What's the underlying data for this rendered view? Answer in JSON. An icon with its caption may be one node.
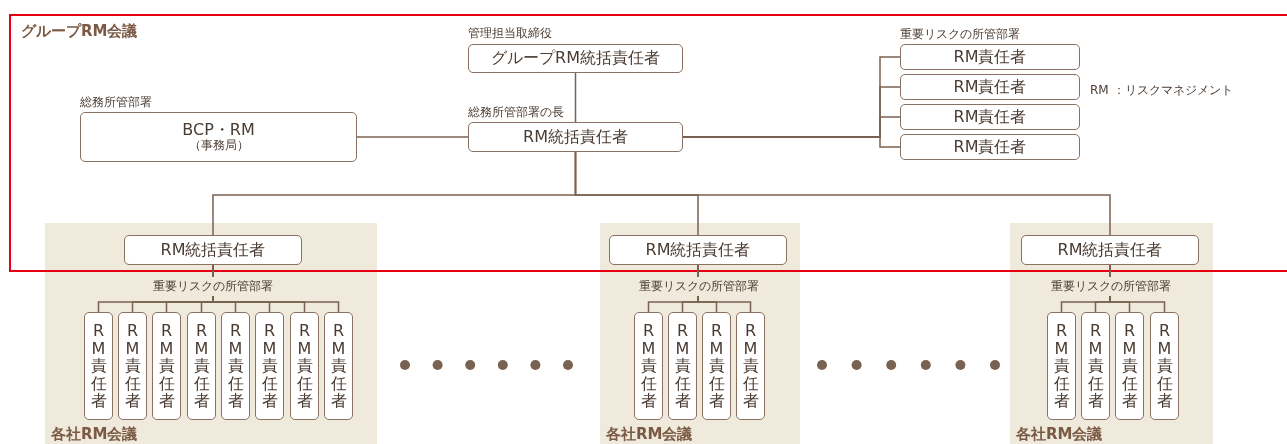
{
  "diagram": {
    "nodes": [
      {
        "text": [
          "グループRM会議"
        ]
      },
      {
        "text": [
          "グループRM統括責任者"
        ],
        "beside": [
          "管理担当取締役"
        ],
        "in": 0
      },
      {
        "text": [
          "BCP・RM",
          "（事務局）"
        ],
        "beside": [
          "総務所管部署"
        ],
        "in": 0
      },
      {
        "text": [
          "RM統括責任者"
        ],
        "beside": [
          "総務所管部署の長"
        ],
        "in": 0
      },
      {
        "text": [
          "RM責任者"
        ],
        "in": 0
      },
      {
        "text": [
          "RM責任者"
        ],
        "in": 0
      },
      {
        "text": [
          "RM責任者"
        ],
        "in": 0
      },
      {
        "text": [
          "RM責任者"
        ],
        "in": 0
      },
      {
        "text": [
          "各社RM会議"
        ]
      },
      {
        "text": [
          "RM統括責任者"
        ]
      },
      {
        "text": [
          "RM責任者"
        ],
        "in": 8
      },
      {
        "text": [
          "RM責任者"
        ],
        "in": 8
      },
      {
        "text": [
          "RM責任者"
        ],
        "in": 8
      },
      {
        "text": [
          "RM責任者"
        ],
        "in": 8
      },
      {
        "text": [
          "RM責任者"
        ],
        "in": 8
      },
      {
        "text": [
          "RM責任者"
        ],
        "in": 8
      },
      {
        "text": [
          "RM責任者"
        ],
        "in": 8
      },
      {
        "text": [
          "RM責任者"
        ],
        "in": 8
      },
      {
        "text": [
          "各社RM会議"
        ]
      },
      {
        "text": [
          "RM統括責任者"
        ]
      },
      {
        "text": [
          "RM責任者"
        ],
        "in": 18
      },
      {
        "text": [
          "RM責任者"
        ],
        "in": 18
      },
      {
        "text": [
          "RM責任者"
        ],
        "in": 18
      },
      {
        "text": [
          "RM責任者"
        ],
        "in": 18
      },
      {
        "text": [
          "各社RM会議"
        ]
      },
      {
        "text": [
          "RM統括責任者"
        ]
      },
      {
        "text": [
          "RM責任者"
        ],
        "in": 24
      },
      {
        "text": [
          "RM責任者"
        ],
        "in": 24
      },
      {
        "text": [
          "RM責任者"
        ],
        "in": 24
      },
      {
        "text": [
          "RM責任者"
        ],
        "in": 24
      }
    ],
    "edges": [
      {
        "from": 1,
        "to": 3,
        "arrow": "none"
      },
      {
        "from": 2,
        "to": 3,
        "arrow": "none"
      },
      {
        "from": 3,
        "to": 4,
        "arrow": "none"
      },
      {
        "from": 3,
        "to": 5,
        "arrow": "none"
      },
      {
        "from": 3,
        "to": 6,
        "arrow": "none"
      },
      {
        "from": 3,
        "to": 7,
        "arrow": "none"
      },
      {
        "from": 3,
        "to": 9,
        "arrow": "none"
      },
      {
        "from": 3,
        "to": 19,
        "arrow": "none"
      },
      {
        "from": 3,
        "to": 25,
        "arrow": "none"
      },
      {
        "from": 9,
        "to": 10,
        "arrow": "none"
      },
      {
        "from": 9,
        "to": 11,
        "arrow": "none"
      },
      {
        "from": 9,
        "to": 12,
        "arrow": "none"
      },
      {
        "from": 9,
        "to": 13,
        "arrow": "none"
      },
      {
        "from": 9,
        "to": 14,
        "arrow": "none"
      },
      {
        "from": 9,
        "to": 15,
        "arrow": "none"
      },
      {
        "from": 9,
        "to": 16,
        "arrow": "none"
      },
      {
        "from": 9,
        "to": 17,
        "arrow": "none"
      },
      {
        "from": 19,
        "to": 20,
        "arrow": "none"
      },
      {
        "from": 19,
        "to": 21,
        "arrow": "none"
      },
      {
        "from": 19,
        "to": 22,
        "arrow": "none"
      },
      {
        "from": 19,
        "to": 23,
        "arrow": "none"
      },
      {
        "from": 25,
        "to": 26,
        "arrow": "none"
      },
      {
        "from": 25,
        "to": 27,
        "arrow": "none"
      },
      {
        "from": 25,
        "to": 28,
        "arrow": "none"
      },
      {
        "from": 25,
        "to": 29,
        "arrow": "none"
      }
    ],
    "labels": [
      "重要リスクの所管部署",
      "RM ：リスクマネジメント",
      "重要リスクの所管部署",
      "重要リスクの所管部署",
      "重要リスクの所管部署"
    ]
  }
}
